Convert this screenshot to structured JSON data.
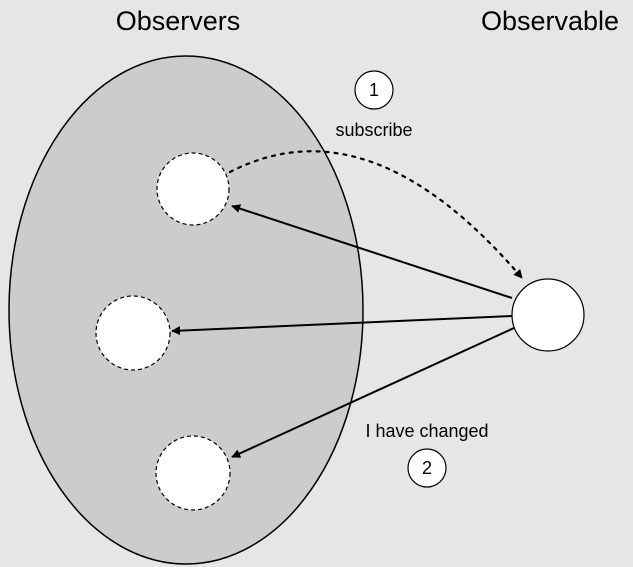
{
  "headings": {
    "observers": "Observers",
    "observable": "Observable"
  },
  "steps": [
    {
      "number": "1",
      "label": "subscribe"
    },
    {
      "number": "2",
      "label": "I have changed"
    }
  ],
  "colors": {
    "background": "#e6e6e6",
    "group_fill": "#cccccc",
    "stroke": "#000000",
    "node_fill": "#ffffff"
  }
}
